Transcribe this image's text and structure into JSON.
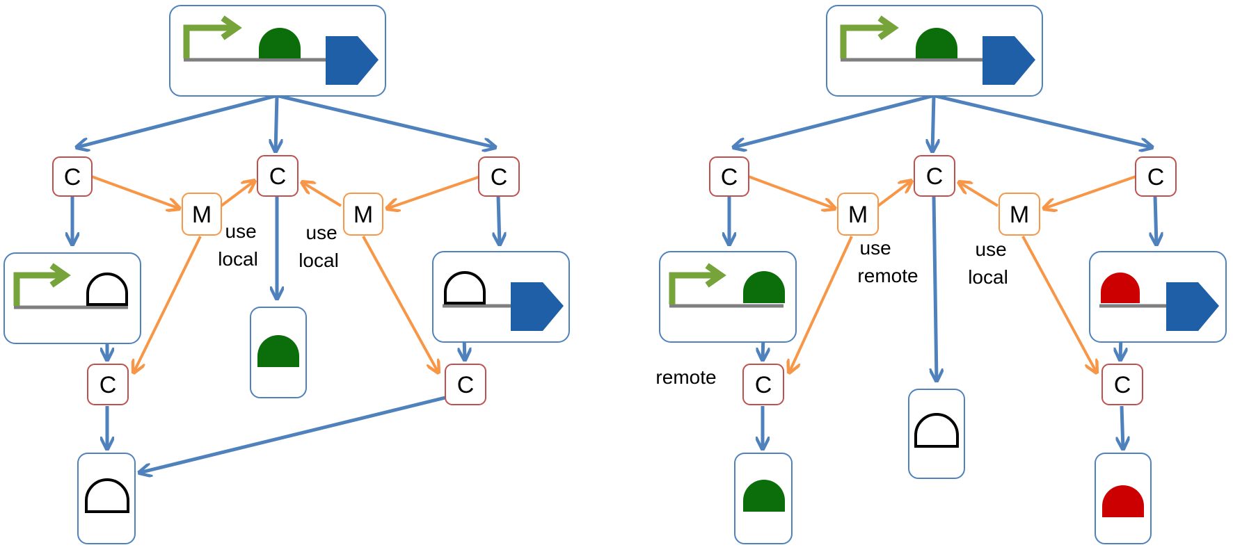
{
  "colors": {
    "box_border": "#4f81bd",
    "control_border": "#c0504d",
    "merge_border": "#f79646",
    "blue_edge": "#4f81bd",
    "orange_edge": "#f79646",
    "promoter_arrow": "#77a33b",
    "protein_green": "#0b6e0b",
    "protein_red": "#cc0000",
    "cds_blue": "#1f5fa8",
    "backbone": "#7f7f7f"
  },
  "icons": [
    "promoter-arrow-icon",
    "rbs-dome-icon",
    "cds-pentagon-icon"
  ],
  "left": {
    "control_letter": "C",
    "merge_letter": "M",
    "annotation_1": [
      "use",
      "local"
    ],
    "annotation_2": [
      "use",
      "local"
    ]
  },
  "right": {
    "control_letter": "C",
    "merge_letter": "M",
    "annotation_1": [
      "use",
      "remote"
    ],
    "annotation_2": [
      "use",
      "local"
    ],
    "annotation_3": "remote"
  }
}
